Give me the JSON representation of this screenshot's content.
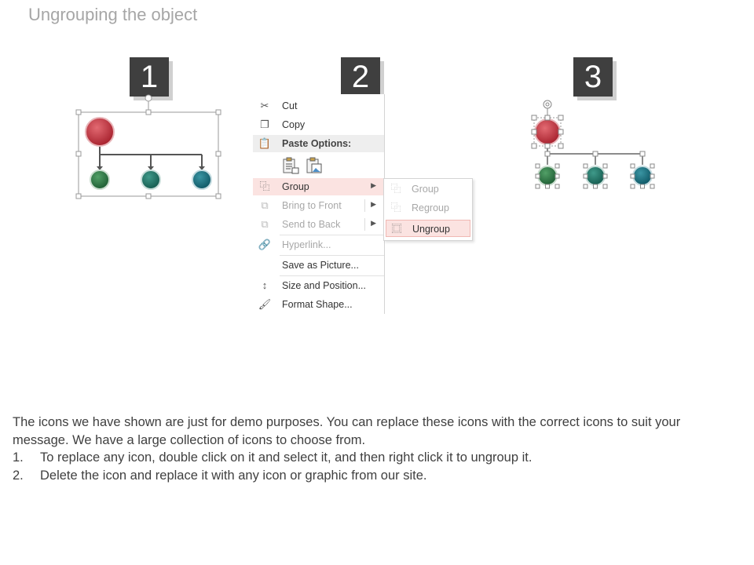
{
  "title": "Ungrouping the object",
  "steps": [
    "1",
    "2",
    "3"
  ],
  "context_menu": {
    "items": [
      {
        "label": "Cut",
        "icon": "scissors-icon"
      },
      {
        "label": "Copy",
        "icon": "copy-icon"
      },
      {
        "label": "Paste Options:",
        "icon": "paste-icon"
      },
      {
        "label": "Group",
        "icon": "group-icon"
      },
      {
        "label": "Bring to Front",
        "icon": "bring-to-front-icon"
      },
      {
        "label": "Send to Back",
        "icon": "send-to-back-icon"
      },
      {
        "label": "Hyperlink...",
        "icon": "hyperlink-icon"
      },
      {
        "label": "Save as Picture...",
        "icon": ""
      },
      {
        "label": "Size and Position...",
        "icon": "size-position-icon"
      },
      {
        "label": "Format Shape...",
        "icon": "format-shape-icon"
      }
    ],
    "submenu": [
      {
        "label": "Group",
        "icon": "group-icon"
      },
      {
        "label": "Regroup",
        "icon": "regroup-icon"
      },
      {
        "label": "Ungroup",
        "icon": "ungroup-icon"
      }
    ]
  },
  "colors": {
    "red_node": "#c0313d",
    "green_node": "#2e7a45",
    "teal_node": "#237567",
    "blue_node": "#17707f",
    "highlight": "#fbe3e1"
  },
  "description": {
    "intro": "The icons we have shown are just for demo purposes. You can replace these icons with the correct icons to suit your message. We have a large collection of icons to choose from.",
    "steps": [
      {
        "num": "1.",
        "text": "To replace any icon, double click on it and select it, and then right click it to ungroup it."
      },
      {
        "num": "2.",
        "text": "Delete the icon and replace it with any icon or graphic from our site."
      }
    ]
  }
}
